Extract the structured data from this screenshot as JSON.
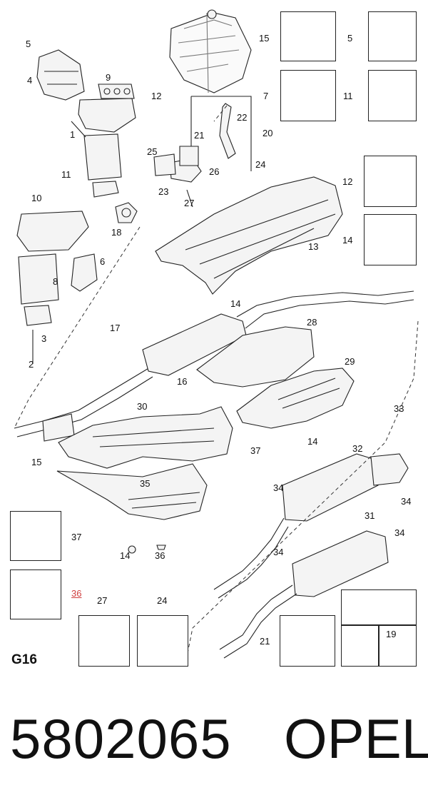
{
  "diagram": {
    "page_label": "G16",
    "part_number": "5802065",
    "brand": "OPEL",
    "callouts": [
      {
        "n": "5"
      },
      {
        "n": "4"
      },
      {
        "n": "9"
      },
      {
        "n": "1"
      },
      {
        "n": "11"
      },
      {
        "n": "12"
      },
      {
        "n": "22"
      },
      {
        "n": "21"
      },
      {
        "n": "20"
      },
      {
        "n": "25"
      },
      {
        "n": "26"
      },
      {
        "n": "24"
      },
      {
        "n": "23"
      },
      {
        "n": "27"
      },
      {
        "n": "10"
      },
      {
        "n": "18"
      },
      {
        "n": "13"
      },
      {
        "n": "6"
      },
      {
        "n": "8"
      },
      {
        "n": "3"
      },
      {
        "n": "2"
      },
      {
        "n": "14"
      },
      {
        "n": "17"
      },
      {
        "n": "28"
      },
      {
        "n": "16"
      },
      {
        "n": "29"
      },
      {
        "n": "30"
      },
      {
        "n": "33"
      },
      {
        "n": "15"
      },
      {
        "n": "37"
      },
      {
        "n": "14"
      },
      {
        "n": "32"
      },
      {
        "n": "35"
      },
      {
        "n": "34"
      },
      {
        "n": "34"
      },
      {
        "n": "31"
      },
      {
        "n": "34"
      },
      {
        "n": "34"
      },
      {
        "n": "14"
      },
      {
        "n": "36"
      }
    ],
    "boxes": [
      {
        "n": "15"
      },
      {
        "n": "5"
      },
      {
        "n": "7"
      },
      {
        "n": "11"
      },
      {
        "n": "12"
      },
      {
        "n": "14"
      },
      {
        "n": "37"
      },
      {
        "n": "36",
        "highlight": true
      },
      {
        "n": "27"
      },
      {
        "n": "24"
      },
      {
        "n": "21"
      },
      {
        "n": "19"
      }
    ]
  },
  "colors": {
    "line": "#222222",
    "highlight": "#d04040",
    "fill": "#f4f4f4"
  }
}
